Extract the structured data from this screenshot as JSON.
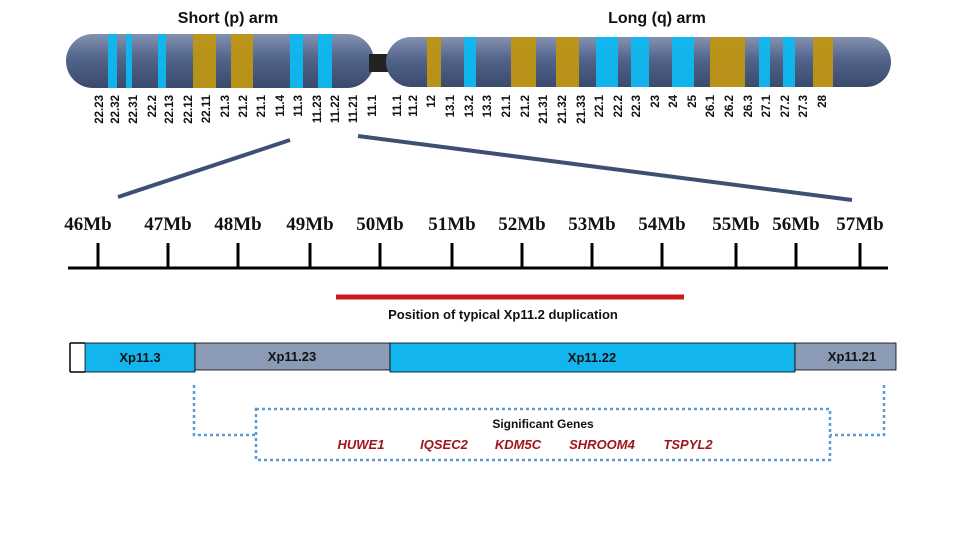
{
  "chromosome": {
    "p_arm_title": "Short (p) arm",
    "q_arm_title": "Long (q) arm",
    "band_labels": [
      "22.23",
      "22.32",
      "22.31",
      "22.2",
      "22.13",
      "22.12",
      "22.11",
      "21.3",
      "21.2",
      "21.1",
      "11.4",
      "11.3",
      "11.23",
      "11.22",
      "11.21",
      "11.1",
      "11.1",
      "11.2",
      "12",
      "13.1",
      "13.2",
      "13.3",
      "21.1",
      "21.2",
      "21.31",
      "21.32",
      "21.33",
      "22.1",
      "22.2",
      "22.3",
      "23",
      "24",
      "25",
      "26.1",
      "26.2",
      "26.3",
      "27.1",
      "27.2",
      "27.3",
      "28"
    ],
    "colors": {
      "body": "#52648c",
      "blue_band": "#0fb9f0",
      "gold_band": "#bf9514",
      "centromere": "#222222"
    }
  },
  "scale": {
    "tick_labels": [
      "46Mb",
      "47Mb",
      "48Mb",
      "49Mb",
      "50Mb",
      "51Mb",
      "52Mb",
      "53Mb",
      "54Mb",
      "55Mb",
      "56Mb",
      "57Mb"
    ]
  },
  "duplication": {
    "label": "Position of typical Xp11.2 duplication",
    "color": "#cc1b1b"
  },
  "region_bar": {
    "segments": [
      {
        "label": "Xp11.3",
        "color": "#12b5ee"
      },
      {
        "label": "Xp11.23",
        "color": "#8c9bb5"
      },
      {
        "label": "Xp11.22",
        "color": "#12b5ee"
      },
      {
        "label": "Xp11.21",
        "color": "#8c9bb5"
      }
    ]
  },
  "genes": {
    "title": "Significant Genes",
    "list": [
      "HUWE1",
      "IQSEC2",
      "KDM5C",
      "SHROOM4",
      "TSPYL2"
    ],
    "color": "#a0151a",
    "box_color": "#5b9bd5"
  },
  "zoom_line_color": "#3d5073"
}
